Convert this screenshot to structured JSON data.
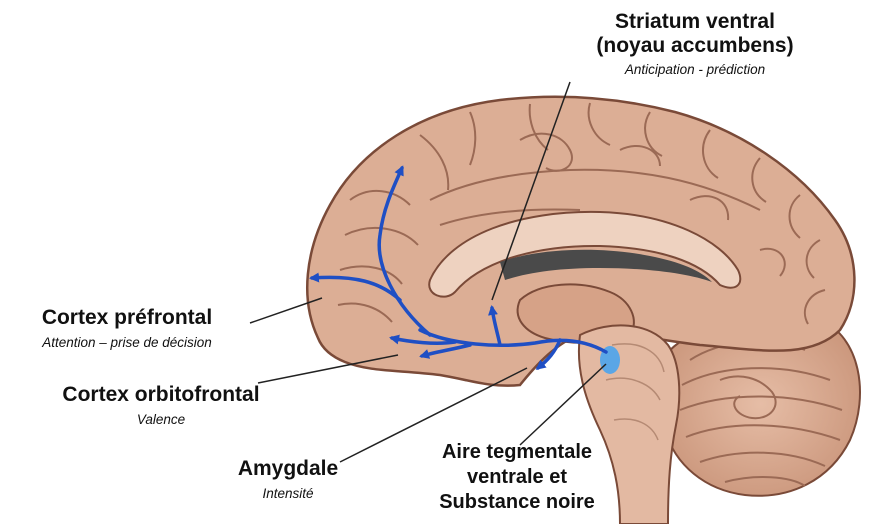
{
  "labels": {
    "striatum": {
      "title_line1": "Striatum ventral",
      "title_line2": "(noyau accumbens)",
      "subtitle": "Anticipation - prédiction"
    },
    "prefrontal": {
      "title": "Cortex préfrontal",
      "subtitle": "Attention – prise de décision"
    },
    "orbitofrontal": {
      "title": "Cortex orbitofrontal",
      "subtitle": "Valence"
    },
    "amygdale": {
      "title": "Amygdale",
      "subtitle": "Intensité"
    },
    "vta": {
      "line1": "Aire tegmentale",
      "line2": "ventrale et",
      "line3": "Substance noire"
    }
  },
  "colors": {
    "brain_fill": "#dcae95",
    "brain_outline": "#7a4a38",
    "gyri_lines": "#9b6a55",
    "corpus_callosum": "#eed2c0",
    "ventricle": "#4a4a4a",
    "pathway_arrows": "#1f4fc4",
    "vta_spot": "#5aa6e6",
    "leader_lines": "#222222"
  }
}
